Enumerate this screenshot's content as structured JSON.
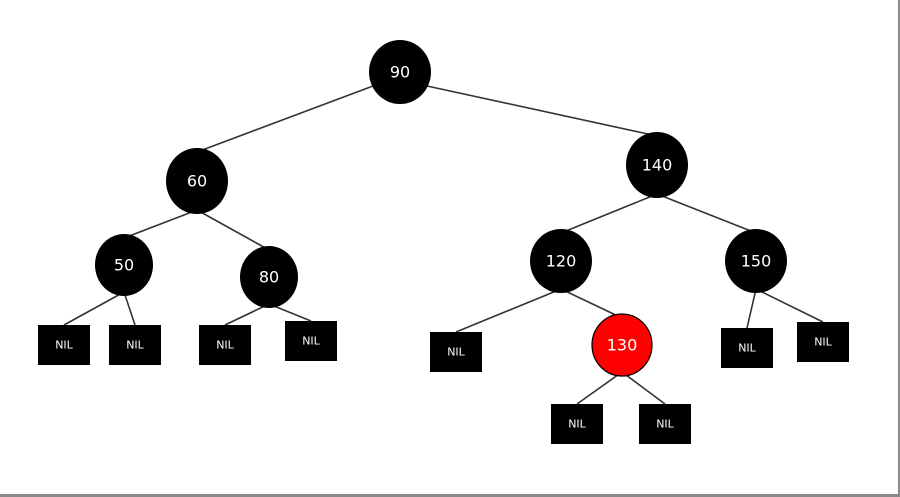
{
  "tree": {
    "colors": {
      "black": "#000000",
      "red": "#ff0000",
      "edge": "#333333"
    },
    "nodes": {
      "n90": {
        "label": "90",
        "color": "black"
      },
      "n60": {
        "label": "60",
        "color": "black"
      },
      "n140": {
        "label": "140",
        "color": "black"
      },
      "n50": {
        "label": "50",
        "color": "black"
      },
      "n80": {
        "label": "80",
        "color": "black"
      },
      "n120": {
        "label": "120",
        "color": "black"
      },
      "n150": {
        "label": "150",
        "color": "black"
      },
      "n130": {
        "label": "130",
        "color": "red"
      }
    },
    "nil_label": "NIL",
    "edges": [
      [
        "n90",
        "n60"
      ],
      [
        "n90",
        "n140"
      ],
      [
        "n60",
        "n50"
      ],
      [
        "n60",
        "n80"
      ],
      [
        "n140",
        "n120"
      ],
      [
        "n140",
        "n150"
      ],
      [
        "n50",
        "nil50a"
      ],
      [
        "n50",
        "nil50b"
      ],
      [
        "n80",
        "nil80a"
      ],
      [
        "n80",
        "nil80b"
      ],
      [
        "n120",
        "nil120a"
      ],
      [
        "n120",
        "n130"
      ],
      [
        "n150",
        "nil150a"
      ],
      [
        "n150",
        "nil150b"
      ],
      [
        "n130",
        "nil130a"
      ],
      [
        "n130",
        "nil130b"
      ]
    ]
  }
}
